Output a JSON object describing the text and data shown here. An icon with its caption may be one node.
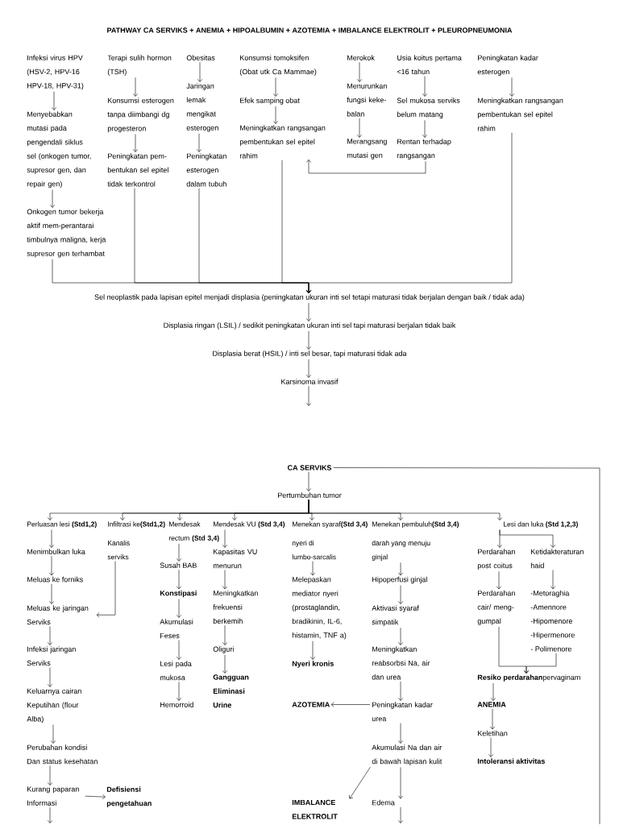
{
  "diagram": {
    "title": "PATHWAY CA SERVIKS + ANEMIA + HIPOALBUMIN + AZOTEMIA + IMBALANCE ELEKTROLIT + PLEUROPNEUMONIA",
    "nodes": [
      {
        "text": [
          "Infeksi virus HPV (HSV-2, HPV-16 HPV-18, HPV-31)"
        ]
      },
      {
        "text": [
          "Menyebabkan mutasi pada pengendali siklus sel (onkogen tumor, supresor gen, dan repair gen)"
        ]
      },
      {
        "text": [
          "Onkogen tumor bekerja aktif mem-perantarai timbulnya maligna, kerja supresor gen terhambat"
        ]
      },
      {
        "text": [
          "Terapi sulih hormon (TSH)"
        ]
      },
      {
        "text": [
          "Konsumsi esterogen tanpa diimbangi dg progesteron"
        ]
      },
      {
        "text": [
          "Peningkatan pem-bentukan sel epitel tidak terkontrol"
        ]
      },
      {
        "text": [
          "Obesitas"
        ]
      },
      {
        "text": [
          "Jaringan lemak mengikat esterogen"
        ]
      },
      {
        "text": [
          "Peningkatan esterogen dalam tubuh"
        ]
      },
      {
        "text": [
          "Konsumsi tomoksifen (Obat utk Ca Mammae)"
        ]
      },
      {
        "text": [
          "Efek samping obat"
        ]
      },
      {
        "text": [
          "Meningkatkan rangsangan pembentukan sel epitel rahim"
        ]
      },
      {
        "text": [
          "Merokok"
        ]
      },
      {
        "text": [
          "Menurunkan fungsi keke-balan"
        ]
      },
      {
        "text": [
          "Merangsang mutasi gen"
        ]
      },
      {
        "text": [
          "Usia koitus pertama <16 tahun"
        ]
      },
      {
        "text": [
          "Sel mukosa serviks belum matang"
        ]
      },
      {
        "text": [
          "Rentan terhadap rangsangan"
        ]
      },
      {
        "text": [
          "Peningkatan kadar esterogen"
        ]
      },
      {
        "text": [
          "Meningkatkan rangsangan pembentukan sel epitel rahim"
        ]
      },
      {
        "text": [
          "Sel neoplastik pada lapisan epitel menjadi displasia (peningkatan ukuran inti sel tetapi maturasi tidak berjalan dengan baik / tidak ada)"
        ]
      },
      {
        "text": [
          "Displasia ringan (LSIL) / sedikit peningkatan ukuran inti sel tapi maturasi berjalan tidak baik"
        ]
      },
      {
        "text": [
          "Displasia berat (HSIL) / inti sel besar, tapi maturasi tidak ada"
        ]
      },
      {
        "text": [
          "Karsinoma invasif"
        ]
      },
      {
        "text": [
          "CA SERVIKS"
        ]
      },
      {
        "text": [
          "Pertumbuhan tumor"
        ]
      },
      {
        "text": [
          "Perluasan lesi **(Std1,2)**"
        ]
      },
      {
        "text": [
          "Infiltrasi ke**(Std1,2)**",
          "Kanalis serviks"
        ]
      },
      {
        "text": [
          "Mendesak rectum **(Std 3,4)**"
        ]
      },
      {
        "text": [
          "Mendesak VU **(Std 3,4)**"
        ]
      },
      {
        "text": [
          "Menekan syaraf**(Std 3,4)**",
          "nyeri di lumbo-sarcalis"
        ]
      },
      {
        "text": [
          "Menekan pembuluh**(Std 3,4)**",
          "darah yang menuju ginjal"
        ]
      },
      {
        "text": [
          "Lesi dan luka **(Std 1,2,3)**"
        ]
      },
      {
        "text": [
          "Menimbulkan luka"
        ]
      },
      {
        "text": [
          "Meluas ke forniks"
        ]
      },
      {
        "text": [
          "Meluas ke jaringan Serviks"
        ]
      },
      {
        "text": [
          "Infeksi jaringan Serviks"
        ]
      },
      {
        "text": [
          "Keluarnya cairan Keputihan (flour Alba)"
        ]
      },
      {
        "text": [
          "Perubahan kondisi Dan status kesehatan"
        ]
      },
      {
        "text": [
          "Kurang paparan Informasi"
        ]
      },
      {
        "text": [
          "Defisiensi pengetahuan"
        ]
      },
      {
        "text": [
          "Susah BAB"
        ]
      },
      {
        "text": [
          "Konstipasi"
        ]
      },
      {
        "text": [
          "Akumulasi Feses"
        ]
      },
      {
        "text": [
          "Lesi pada mukosa"
        ]
      },
      {
        "text": [
          "Hemorroid"
        ]
      },
      {
        "text": [
          "Kapasitas VU menurun"
        ]
      },
      {
        "text": [
          "Meningkatkan frekuensi berkemih"
        ]
      },
      {
        "text": [
          "Oliguri"
        ]
      },
      {
        "text": [
          "Gangguan Eliminasi Urine"
        ]
      },
      {
        "text": [
          "Melepaskan mediator nyeri (prostaglandin, bradikinin, IL-6, histamin, TNF a)"
        ]
      },
      {
        "text": [
          "Nyeri kronis"
        ]
      },
      {
        "text": [
          "AZOTEMIA"
        ]
      },
      {
        "text": [
          "IMBALANCE ELEKTROLIT"
        ]
      },
      {
        "text": [
          "Hipoperfusi ginjal"
        ]
      },
      {
        "text": [
          "Aktivasi syaraf simpatik"
        ]
      },
      {
        "text": [
          "Meningkatkan reabsorbsi Na, air dan urea"
        ]
      },
      {
        "text": [
          "Peningkatan kadar urea"
        ]
      },
      {
        "text": [
          "Akumulasi Na dan air di bawah lapisan kulit"
        ]
      },
      {
        "text": [
          "Edema"
        ]
      },
      {
        "text": [
          "Perdarahan post coitus"
        ]
      },
      {
        "text": [
          "Ketidakteraturan haid"
        ]
      },
      {
        "text": [
          "Perdarahan cair/ meng-gumpal"
        ]
      },
      {
        "text": [
          "-Metoraghia",
          "-Amennore",
          "-Hipomenore",
          "-Hipermenore",
          "- Polimenore"
        ]
      },
      {
        "text": [
          "**Resiko perdarahan**pervaginam"
        ]
      },
      {
        "text": [
          "ANEMIA"
        ]
      },
      {
        "text": [
          "Keletihan"
        ]
      },
      {
        "text": [
          "Intoleransi aktivitas"
        ]
      }
    ],
    "edges": [
      {
        "from": 0,
        "to": 1,
        "arrow": "to"
      },
      {
        "from": 1,
        "to": 2,
        "arrow": "to"
      },
      {
        "from": 3,
        "to": 4,
        "arrow": "to"
      },
      {
        "from": 4,
        "to": 5,
        "arrow": "to"
      },
      {
        "from": 6,
        "to": 7,
        "arrow": "to"
      },
      {
        "from": 7,
        "to": 8,
        "arrow": "to"
      },
      {
        "from": 9,
        "to": 10,
        "arrow": "to"
      },
      {
        "from": 10,
        "to": 11,
        "arrow": "to"
      },
      {
        "from": 12,
        "to": 13,
        "arrow": "to"
      },
      {
        "from": 13,
        "to": 14,
        "arrow": "to"
      },
      {
        "from": 15,
        "to": 16,
        "arrow": "to"
      },
      {
        "from": 16,
        "to": 17,
        "arrow": "to"
      },
      {
        "from": 18,
        "to": 19,
        "arrow": "to"
      },
      {
        "from": 17,
        "to": 11,
        "arrow": "to"
      },
      {
        "from": 2,
        "to": 20,
        "arrow": "to"
      },
      {
        "from": 5,
        "to": 20,
        "arrow": "to"
      },
      {
        "from": 8,
        "to": 20,
        "arrow": "to"
      },
      {
        "from": 11,
        "to": 20,
        "arrow": "to"
      },
      {
        "from": 19,
        "to": 20,
        "arrow": "to"
      },
      {
        "from": 20,
        "to": 21,
        "arrow": "to"
      },
      {
        "from": 21,
        "to": 22,
        "arrow": "to"
      },
      {
        "from": 22,
        "to": 23,
        "arrow": "to"
      },
      {
        "from": 23,
        "to": null,
        "arrow": "to"
      },
      {
        "from": 24,
        "to": 25,
        "arrow": "to"
      },
      {
        "from": 24,
        "to": null,
        "arrow": "none"
      },
      {
        "from": 25,
        "to": 26,
        "arrow": "to"
      },
      {
        "from": 25,
        "to": 27,
        "arrow": "to"
      },
      {
        "from": 25,
        "to": 28,
        "arrow": "to"
      },
      {
        "from": 25,
        "to": 29,
        "arrow": "to"
      },
      {
        "from": 25,
        "to": 30,
        "arrow": "to"
      },
      {
        "from": 25,
        "to": 31,
        "arrow": "to"
      },
      {
        "from": 25,
        "to": 32,
        "arrow": "to"
      },
      {
        "from": 26,
        "to": 33,
        "arrow": "to"
      },
      {
        "from": 33,
        "to": 34,
        "arrow": "to"
      },
      {
        "from": 34,
        "to": 35,
        "arrow": "to"
      },
      {
        "from": 35,
        "to": 36,
        "arrow": "to"
      },
      {
        "from": 36,
        "to": 37,
        "arrow": "to"
      },
      {
        "from": 37,
        "to": 38,
        "arrow": "to"
      },
      {
        "from": 38,
        "to": 39,
        "arrow": "to"
      },
      {
        "from": 39,
        "to": 40,
        "arrow": "to"
      },
      {
        "from": 39,
        "to": null,
        "arrow": "to"
      },
      {
        "from": 27,
        "to": 35,
        "arrow": "to"
      },
      {
        "from": 28,
        "to": 41,
        "arrow": "to"
      },
      {
        "from": 41,
        "to": 42,
        "arrow": "to"
      },
      {
        "from": 42,
        "to": 43,
        "arrow": "to"
      },
      {
        "from": 43,
        "to": 44,
        "arrow": "to"
      },
      {
        "from": 44,
        "to": 45,
        "arrow": "to"
      },
      {
        "from": 29,
        "to": 46,
        "arrow": "to"
      },
      {
        "from": 46,
        "to": 47,
        "arrow": "to"
      },
      {
        "from": 47,
        "to": 48,
        "arrow": "to"
      },
      {
        "from": 48,
        "to": 49,
        "arrow": "to"
      },
      {
        "from": 30,
        "to": 50,
        "arrow": "to"
      },
      {
        "from": 50,
        "to": 51,
        "arrow": "to"
      },
      {
        "from": 31,
        "to": 54,
        "arrow": "to"
      },
      {
        "from": 54,
        "to": 55,
        "arrow": "to"
      },
      {
        "from": 55,
        "to": 56,
        "arrow": "to"
      },
      {
        "from": 56,
        "to": 57,
        "arrow": "to"
      },
      {
        "from": 57,
        "to": 52,
        "arrow": "to"
      },
      {
        "from": 57,
        "to": 58,
        "arrow": "to"
      },
      {
        "from": 58,
        "to": 53,
        "arrow": "to"
      },
      {
        "from": 58,
        "to": 59,
        "arrow": "to"
      },
      {
        "from": 59,
        "to": null,
        "arrow": "to"
      },
      {
        "from": 32,
        "to": 60,
        "arrow": "to"
      },
      {
        "from": 32,
        "to": 61,
        "arrow": "to"
      },
      {
        "from": 60,
        "to": 62,
        "arrow": "to"
      },
      {
        "from": 61,
        "to": 63,
        "arrow": "to"
      },
      {
        "from": 62,
        "to": 64,
        "arrow": "to"
      },
      {
        "from": 63,
        "to": 64,
        "arrow": "to"
      },
      {
        "from": 64,
        "to": 65,
        "arrow": "to"
      },
      {
        "from": 65,
        "to": 66,
        "arrow": "to"
      },
      {
        "from": 66,
        "to": 67,
        "arrow": "to"
      }
    ]
  }
}
